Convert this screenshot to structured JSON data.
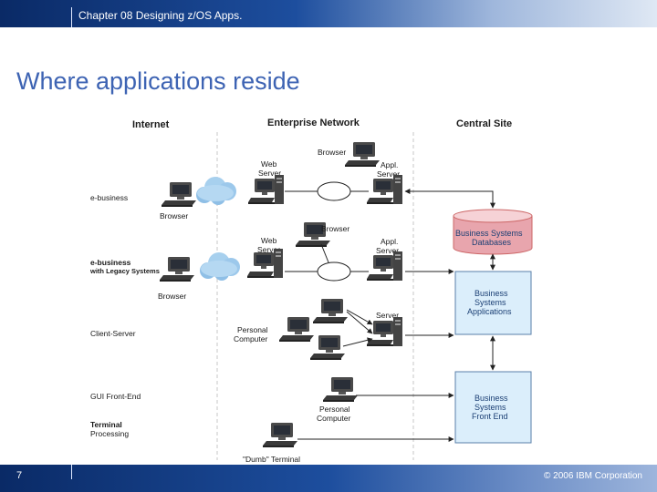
{
  "header": {
    "chapter": "Chapter 08 Designing z/OS Apps."
  },
  "slide": {
    "title": "Where applications reside"
  },
  "diagram": {
    "columns": {
      "internet": "Internet",
      "enterprise": "Enterprise Network",
      "central": "Central Site"
    },
    "rows": {
      "ebusiness": "e-business",
      "ebusiness_legacy_1": "e-business",
      "ebusiness_legacy_2": "with Legacy Systems",
      "client_server": "Client-Server",
      "gui_frontend": "GUI Front-End",
      "terminal_1": "Terminal",
      "terminal_2": "Processing"
    },
    "labels": {
      "browser": "Browser",
      "web_server_1": "Web",
      "web_server_2": "Server",
      "appl_server_1": "Appl.",
      "appl_server_2": "Server",
      "server": "Server",
      "personal_computer_1": "Personal",
      "personal_computer_2": "Computer",
      "dumb_terminal": "\"Dumb\" Terminal"
    },
    "boxes": {
      "databases_1": "Business Systems",
      "databases_2": "Databases",
      "applications_1": "Business",
      "applications_2": "Systems",
      "applications_3": "Applications",
      "frontend_1": "Business",
      "frontend_2": "Systems",
      "frontend_3": "Front End"
    }
  },
  "footer": {
    "page": "7",
    "copyright": "© 2006 IBM Corporation"
  }
}
